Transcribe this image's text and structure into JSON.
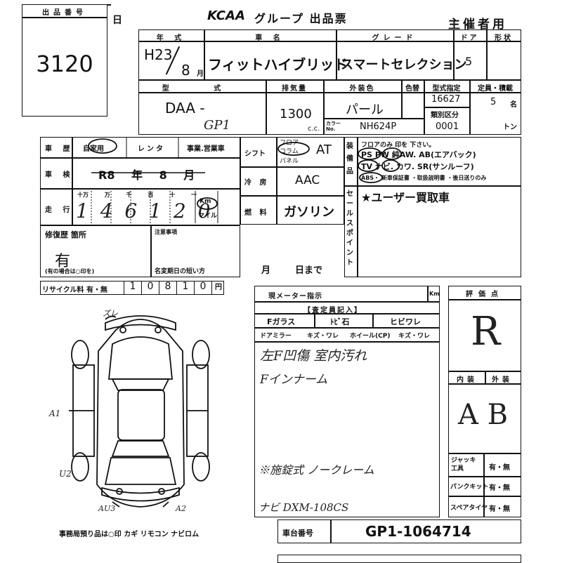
{
  "lot": {
    "label": "出品番号",
    "number": "3120",
    "suffix": "日"
  },
  "header": {
    "logo": "KCAA",
    "title": "グループ 出品票",
    "organizer": "主催者用"
  },
  "top_row": {
    "year_label": "年 式",
    "year": "H23",
    "month": "8",
    "month_unit": "月",
    "name_label": "車 名",
    "name": "フィットハイブリッド",
    "grade_label": "グレード",
    "grade": "スマートセレクション",
    "doors_label": "ドア",
    "doors": "5",
    "shape_label": "形状"
  },
  "second_row": {
    "model_label": "型 式",
    "model": "DAA -",
    "model_hand": "GP1",
    "cc_label": "排気量",
    "cc": "1300",
    "cc_unit": "c.c.",
    "color_label": "外装色",
    "color": "パール",
    "colorcode_label": "カラー No.",
    "colorcode": "NH624P",
    "tone_label": "色替",
    "typedesig_label": "型式指定",
    "typedesig": "16627",
    "category_label": "類別区分",
    "category": "0001",
    "capacity_label": "定員・積載",
    "capacity": "5",
    "capacity_unit": "名",
    "load_unit": "トン"
  },
  "history": {
    "label": "車 歴",
    "opt_private": "自家用",
    "opt_rental": "レンタ",
    "opt_business": "事業.営業車"
  },
  "inspection": {
    "label": "車 検",
    "value": "R8 年 8 月"
  },
  "mileage": {
    "label": "走 行",
    "digits": [
      "十万",
      "万",
      "千",
      "百",
      "十",
      "一"
    ],
    "hand": "1 4 6 1 2 0",
    "km": "Km",
    "mile": "マイル"
  },
  "shift": {
    "label": "シフト",
    "floor": "フロア",
    "column": "コラム",
    "panel": "パネル",
    "value": "AT"
  },
  "ac": {
    "label": "冷 房",
    "value": "AAC"
  },
  "fuel": {
    "label": "燃 料",
    "value": "ガソリン"
  },
  "equipment": {
    "label": "装 備 品",
    "row1": "フロアのみ 印を 下さい。",
    "row2": "PS  PW  純AW. AB(エアバック)",
    "row3": "TV  ナビ. カワ. SR(サンルーフ)",
    "row4": "ABS・ 新車保証書 ・取扱説明書 ・後日送りのみ"
  },
  "sales_point": {
    "label": "セールスポイント",
    "text": "★ユーザー買取車"
  },
  "repair": {
    "label": "修復歴 箇所",
    "value": "有",
    "note": "(有の場合は○印を)"
  },
  "notes": {
    "label": "注意事項",
    "short_date": "名変期日の短い方",
    "month": "月",
    "day": "日まで"
  },
  "recycle": {
    "label": "リサイクル料 有・無",
    "digits": [
      "1",
      "0",
      "8",
      "1",
      "0"
    ],
    "unit": "円"
  },
  "meter": {
    "label": "現メーター指示",
    "unit": "Km"
  },
  "inspector": {
    "label": "【査定員記入】",
    "f_glass": "Fガラス",
    "chip": "ﾄﾋﾞ石",
    "crack": "ヒビワレ",
    "door_mirror": "ドアミラー",
    "mirror_state": "キズ・ワレ",
    "wheel": "ホイール(CP)",
    "wheel_state": "キズ・ワレ",
    "hand1": "左F凹傷 室内汚れ",
    "hand2": "Fインナーム",
    "hand3": "※施錠式 ノークレーム",
    "hand4": "ナビ DXM-108CS"
  },
  "score": {
    "label": "評価点",
    "value": "R",
    "interior_label": "内装",
    "exterior_label": "外装",
    "ie_hand": "A B"
  },
  "accessories": {
    "jack": "ジャッキ工具",
    "puncture": "パンクキット",
    "spare": "スペアタイヤ",
    "yn": "有・無"
  },
  "diagram_marks": {
    "top": "ズレ",
    "left": "A1",
    "left2": "U2",
    "bottom_left": "AU3",
    "bottom_right": "A2"
  },
  "office_keep": "事務局預り品は○印  カギ リモコン ナビロム",
  "chassis": {
    "label": "車台番号",
    "value": "GP1-1064714"
  }
}
